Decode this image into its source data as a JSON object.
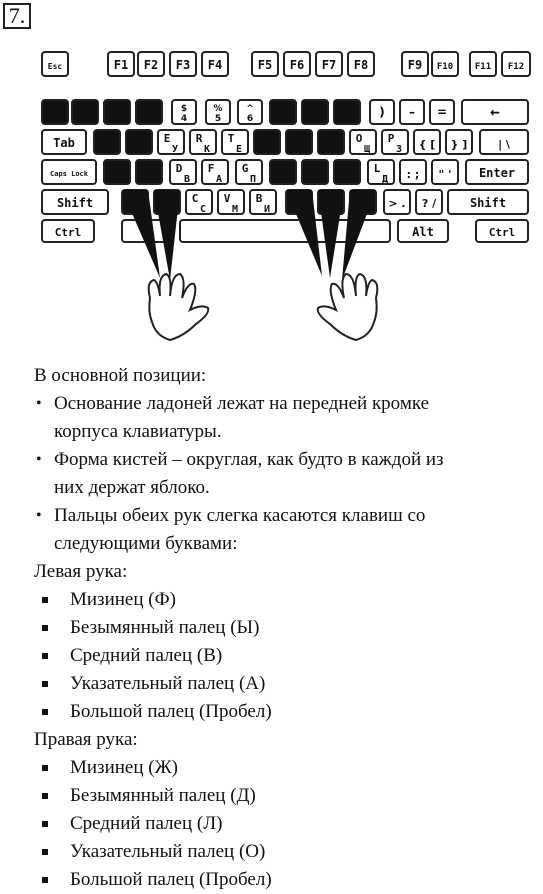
{
  "task_number": "7.",
  "keyboard": {
    "fkeys": [
      "Esc",
      "F1",
      "F2",
      "F3",
      "F4",
      "F5",
      "F6",
      "F7",
      "F8",
      "F9",
      "F10",
      "F11",
      "F12"
    ],
    "tab": "Tab",
    "caps": "Caps Lock",
    "shift": "Shift",
    "ctrl": "Ctrl",
    "alt": "Alt",
    "enter": "Enter",
    "backspace": "←",
    "letters_top": [
      "Е",
      "R",
      "Т",
      "О",
      "Р"
    ],
    "letters_top_ru": [
      "У",
      "К",
      "Е",
      "Щ",
      "З"
    ],
    "letters_mid": [
      "D",
      "F",
      "G",
      "L"
    ],
    "letters_mid_ru": [
      "В",
      "А",
      "П",
      "Д"
    ],
    "letters_bot": [
      "C",
      "V",
      "B"
    ],
    "letters_bot_ru": [
      "С",
      "М",
      "И"
    ]
  },
  "heading": "В основной позиции:",
  "points": [
    {
      "line1": "Основание ладоней лежат на передней кромке",
      "line2": "корпуса клавиатуры."
    },
    {
      "line1": "Форма кистей – округлая, как будто в каждой из",
      "line2": "них держат яблоко."
    },
    {
      "line1": "Пальцы обеих рук слегка касаются клавиш со",
      "line2": "следующими буквами:"
    }
  ],
  "left_label": "Левая рука:",
  "left_items": [
    "Мизинец (Ф)",
    "Безымянный палец (Ы)",
    "Средний палец (В)",
    "Указательный палец (А)",
    "Большой палец (Пробел)"
  ],
  "right_label": "Правая рука:",
  "right_items": [
    "Мизинец (Ж)",
    "Безымянный палец (Д)",
    "Средний палец (Л)",
    "Указательный палец (О)",
    "Большой палец (Пробел)"
  ]
}
